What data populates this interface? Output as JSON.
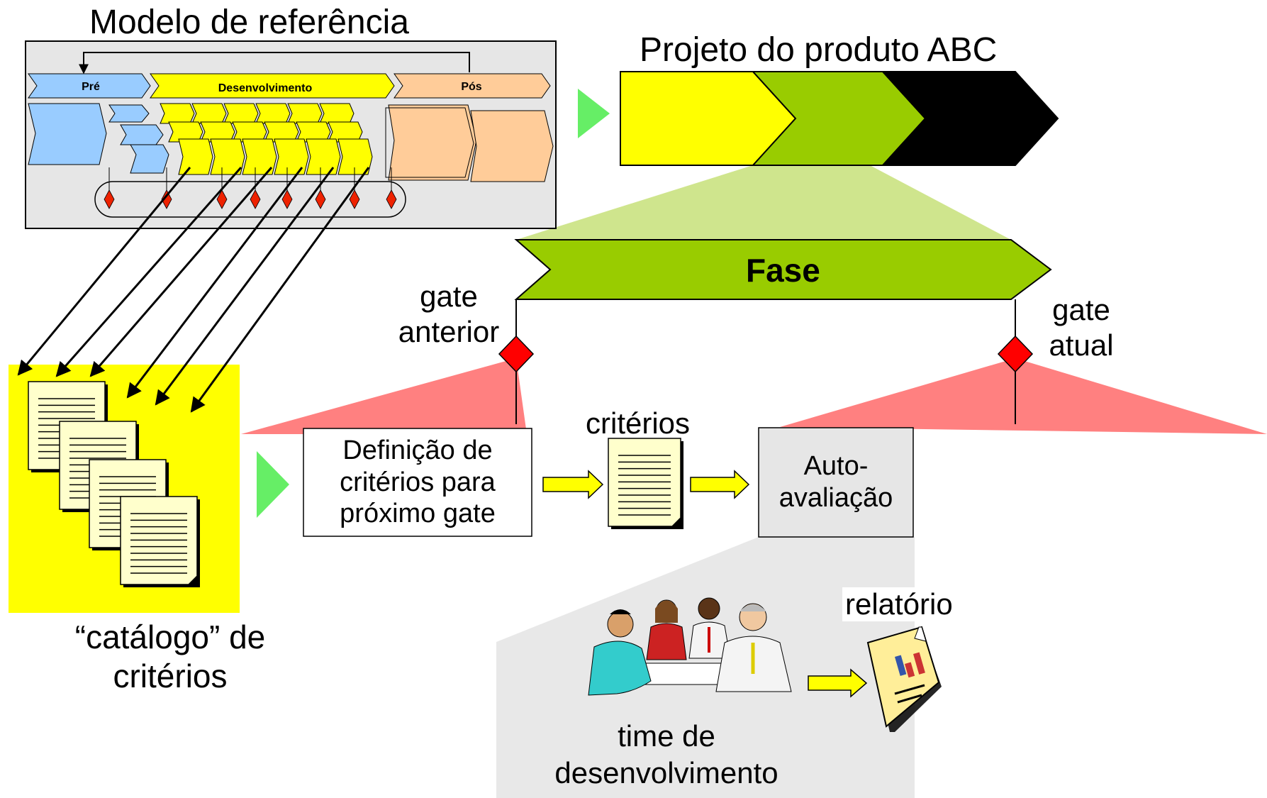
{
  "reference_model": {
    "title": "Modelo de referência",
    "phase_labels": [
      "Pré",
      "Desenvolvimento",
      "Pós"
    ]
  },
  "project": {
    "title": "Projeto do produto ABC"
  },
  "phase": {
    "label": "Fase",
    "gate_previous": "gate\nanterior",
    "gate_current": "gate\natual"
  },
  "process": {
    "definition_box": "Definição de\ncritérios para\npróximo gate",
    "criteria_label": "critérios",
    "self_assessment_box": "Auto-\navaliação"
  },
  "catalog": {
    "label": "“catálogo” de\ncritérios"
  },
  "team": {
    "label": "time de\ndesenvolvimento"
  },
  "report": {
    "label": "relatório"
  },
  "colors": {
    "yellow": "#ffff00",
    "green": "#99cc00",
    "black": "#000000",
    "light_green": "#cce38a",
    "red": "#ff0000",
    "salmon": "#ff8080",
    "gray": "#e8e8e8",
    "pre_blue": "#99ccff",
    "post_peach": "#ffcc99",
    "arrow_green": "#66ee66",
    "doc_fill": "#ffffcc"
  }
}
